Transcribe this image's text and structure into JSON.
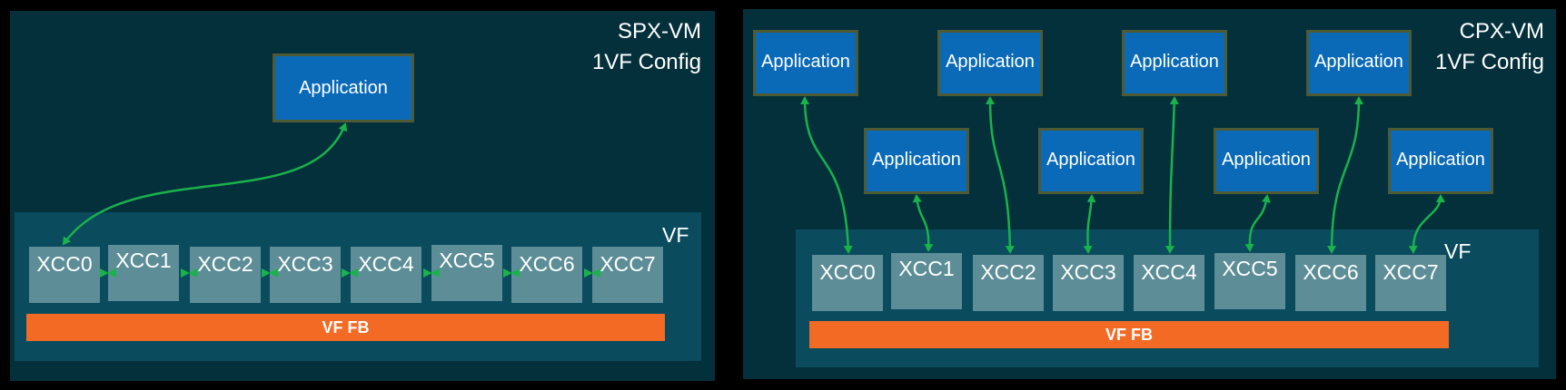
{
  "spx": {
    "title_line1": "SPX-VM",
    "title_line2": "1VF Config",
    "vf_label": "VF",
    "fb_label": "VF FB",
    "app_label": "Application",
    "xcc": [
      "XCC0",
      "XCC1",
      "XCC2",
      "XCC3",
      "XCC4",
      "XCC5",
      "XCC6",
      "XCC7"
    ]
  },
  "cpx": {
    "title_line1": "CPX-VM",
    "title_line2": "1VF Config",
    "vf_label": "VF",
    "fb_label": "VF FB",
    "apps": [
      "Application",
      "Application",
      "Application",
      "Application",
      "Application",
      "Application",
      "Application",
      "Application"
    ],
    "xcc": [
      "XCC0",
      "XCC1",
      "XCC2",
      "XCC3",
      "XCC4",
      "XCC5",
      "XCC6",
      "XCC7"
    ]
  },
  "colors": {
    "panel": "#04303c",
    "vf": "#0a4b5d",
    "xcc": "#5d8e97",
    "fb": "#f26a24",
    "app": "#0a6ab8",
    "arrow": "#19b24b"
  }
}
